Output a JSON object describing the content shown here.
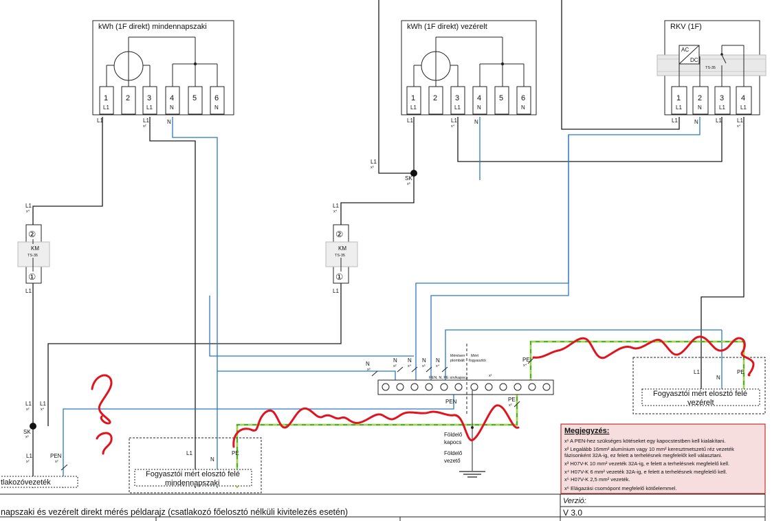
{
  "meters": {
    "m1_title": "kWh (1F direkt) mindennapszaki",
    "m2_title": "kWh (1F direkt) vezérelt",
    "rkv_title": "RKV (1F)",
    "terminals_meter": [
      "1",
      "2",
      "3",
      "4",
      "5",
      "6"
    ],
    "sublabels_meter": [
      "L1",
      "",
      "L1",
      "N",
      "",
      "N"
    ],
    "terminals_rkv": [
      "1",
      "2",
      "3",
      "4"
    ],
    "sublabels_rkv": [
      "L1",
      "N",
      "L1",
      "L1"
    ],
    "rkv_ac": "AC",
    "rkv_dc": "DC",
    "rkv_rail": "TS-35"
  },
  "wires": {
    "l1": "L1",
    "n": "N",
    "pe": "PE",
    "pen": "PEN",
    "sk": "SK",
    "x1": "x¹",
    "x2": "x²",
    "x3": "x³",
    "x4": "x⁴",
    "x5": "x⁵",
    "x6": "x⁶"
  },
  "breakers": {
    "term_top": "②",
    "term_bottom": "①",
    "type": "KM",
    "rail": "TS-35"
  },
  "busbar": {
    "label": "PEN, N, PE sín/kapocs",
    "sup": "x¹",
    "meter_side_1": "Mérésen",
    "meter_side_2": "plombált",
    "consumer_side_1": "Mért",
    "consumer_side_2": "fogyasztói"
  },
  "earth": {
    "kapocs_1": "Földelő",
    "kapocs_2": "kapocs",
    "vezeto_1": "Földelő",
    "vezeto_2": "vezető"
  },
  "boxes": {
    "consumer_controlled_1": "Fogyasztói mért elosztó felé",
    "consumer_controlled_2": "vezérelt",
    "consumer_daily_1": "Fogyasztói mért elosztó felé",
    "consumer_daily_2": "mindennapszaki",
    "service_line": "tlakozóvezeték"
  },
  "note": {
    "title": "Megjegyzés:",
    "l1": "x¹ A PEN-hez szükséges kötéseket egy kapocstestben kell kialakítani.",
    "l2": "x² Legalább 16mm² alumínium vagy 10 mm² keresztmetszetű réz vezeték",
    "l3": "fázisonként 32A-ig, ez felett a terhelésnek megfelelőt kell választani.",
    "l4": "x³ H07V-K 10 mm² vezeték 32A-ig, e felett a terhelésnek megfelelő kell.",
    "l5": "x⁴ H07V-K 6 mm² vezeték 32A-ig, e felett a terhelésnek megfelelő kell.",
    "l6": "x⁵ H07V-K 2,5 mm² vezeték.",
    "l7": "x⁶ Elágazási csomópont megfelelő kötőelemmel."
  },
  "footer": {
    "title": "napszaki és vezérelt direkt mérés példarajz (csatlakozó főelosztó nélküli kivitelezés esetén)",
    "version_label": "Verzió:",
    "version_value": "V 3.0"
  },
  "colors": {
    "blue": "#2a78c2",
    "black": "#1a1a1a",
    "green": "#4caf2a",
    "yellow": "#e8e24a",
    "red": "#e0141e",
    "note_bg": "#f6dede",
    "note_border": "#c03030"
  }
}
